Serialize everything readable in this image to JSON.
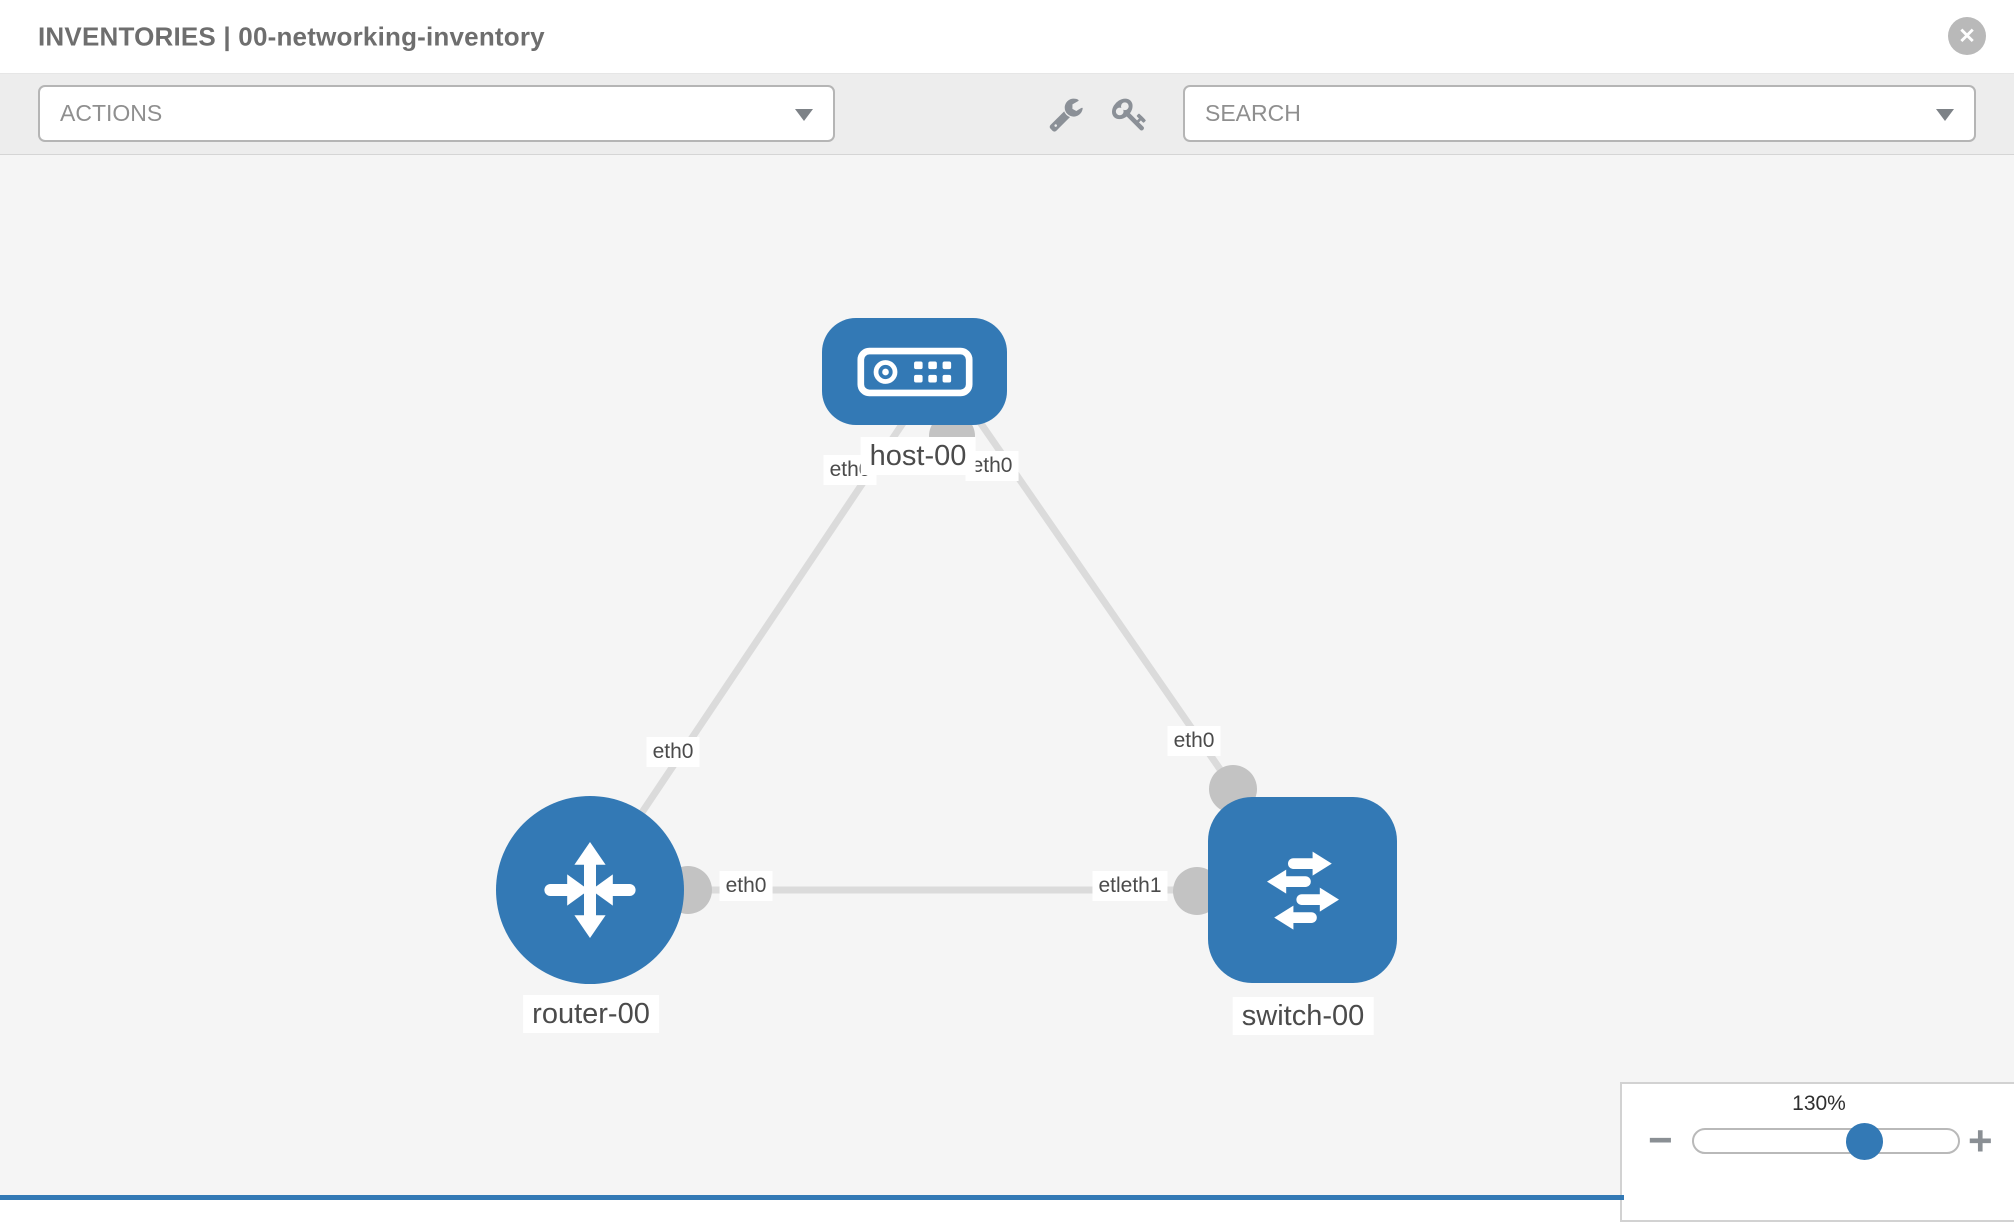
{
  "header": {
    "title": "INVENTORIES | 00-networking-inventory",
    "close_glyph": "✕"
  },
  "toolbar": {
    "actions_label": "ACTIONS",
    "search_label": "SEARCH",
    "icons": [
      "wrench-icon",
      "key-icon"
    ]
  },
  "topology": {
    "nodes": [
      {
        "label": "host-00",
        "type": "host"
      },
      {
        "label": "router-00",
        "type": "router"
      },
      {
        "label": "switch-00",
        "type": "switch"
      }
    ],
    "links": [
      {
        "from": "host-00",
        "to": "router-00",
        "label_at_host": "eth0",
        "label_at_router": "eth0"
      },
      {
        "from": "host-00",
        "to": "switch-00",
        "label_at_host": "eth0",
        "label_at_switch": "eth0"
      },
      {
        "from": "router-00",
        "to": "switch-00",
        "label_at_router": "eth0",
        "label_at_switch": "etleth1"
      }
    ]
  },
  "zoom_control": {
    "level": "130%",
    "zoom_out_glyph": "−",
    "zoom_in_glyph": "+"
  },
  "colors": {
    "node_blue": "#3379b5",
    "link_gray": "#dbdbdb",
    "dot_gray": "#c3c3c3",
    "canvas_bg": "#f5f5f5"
  }
}
